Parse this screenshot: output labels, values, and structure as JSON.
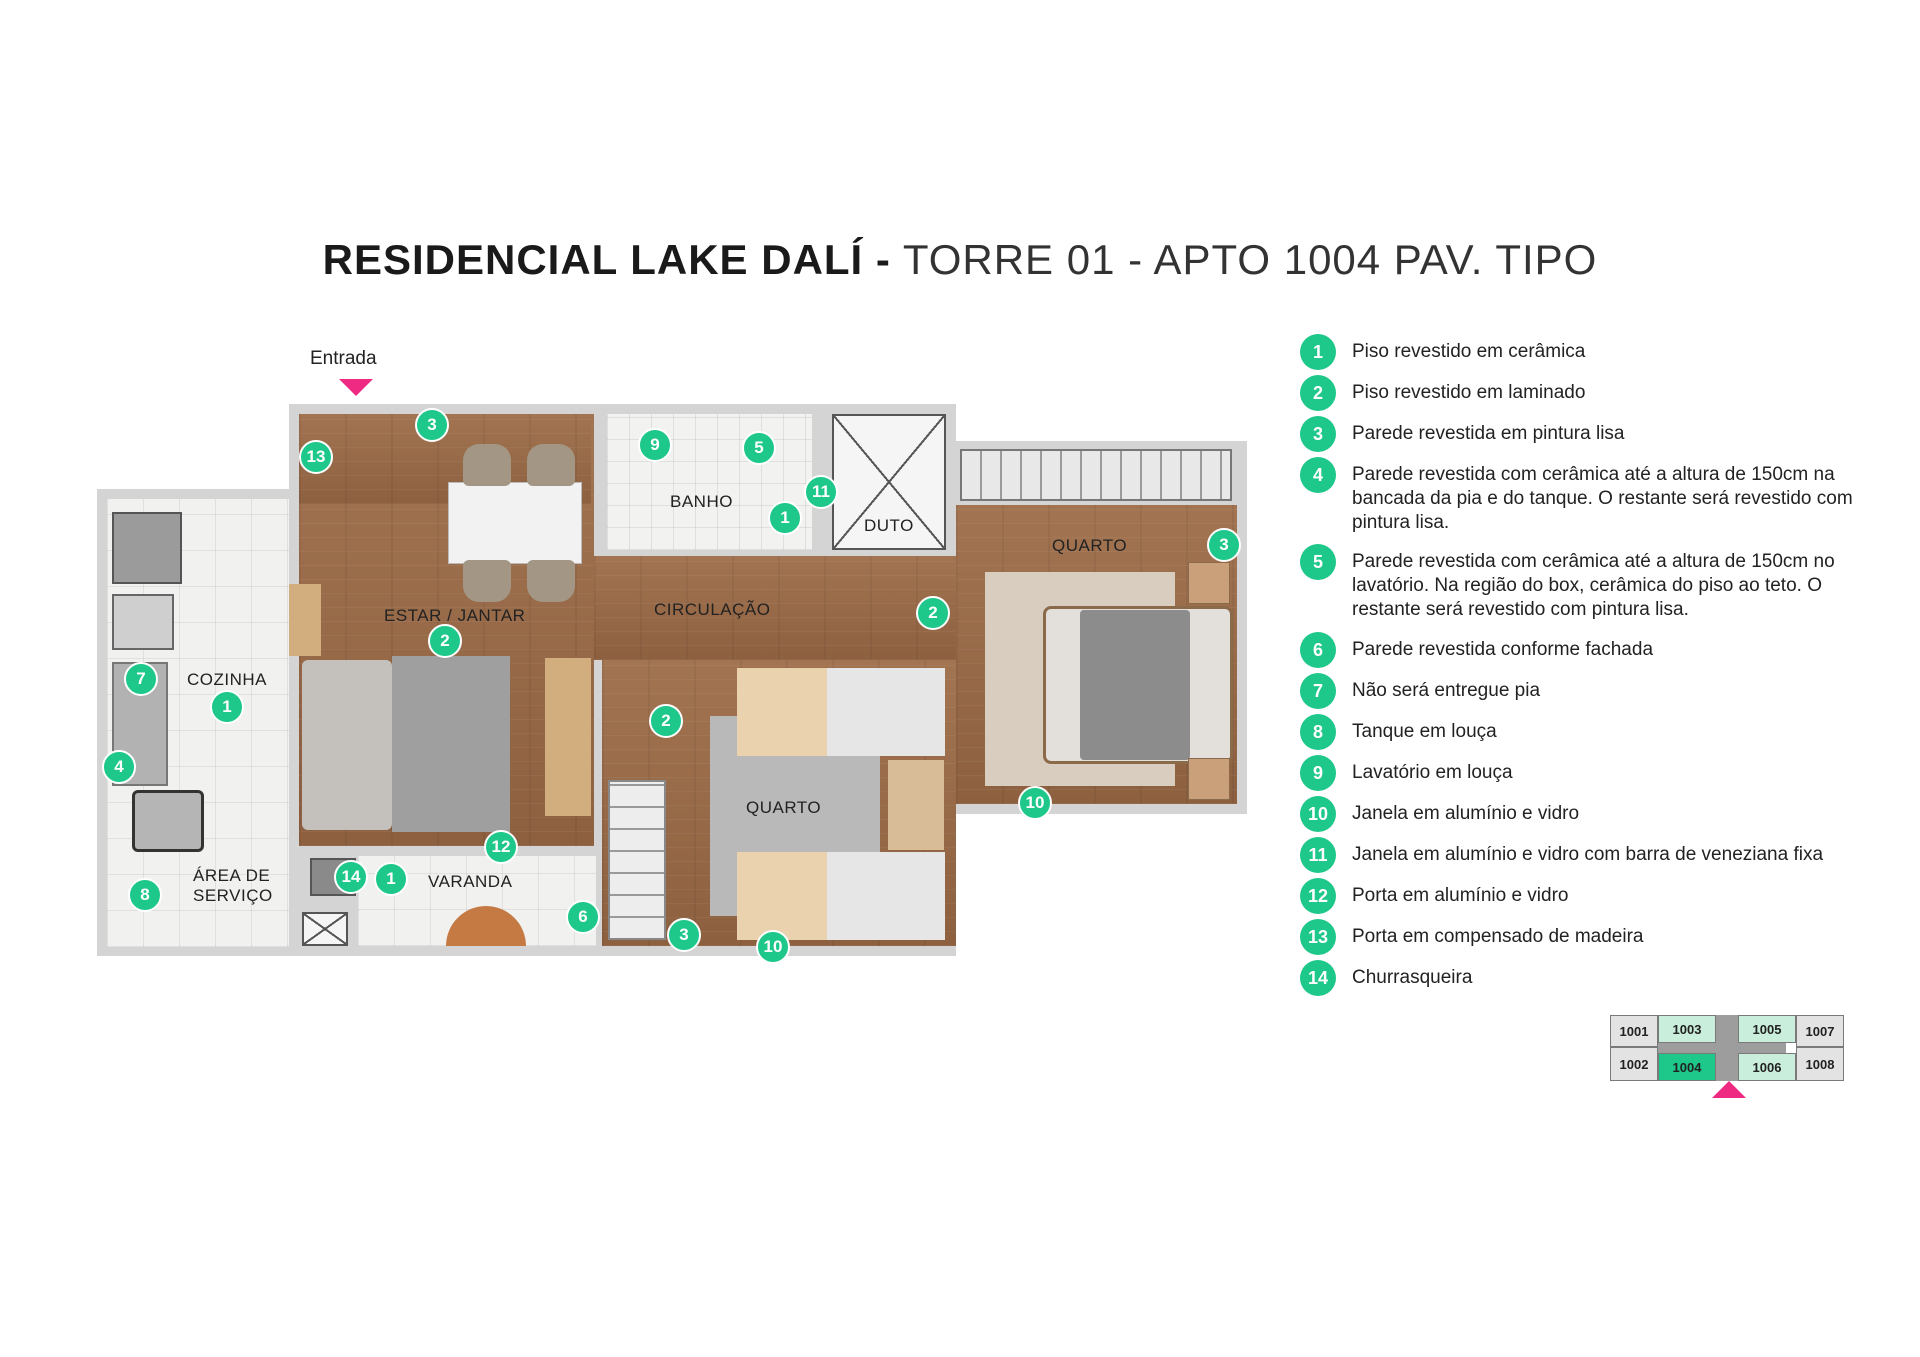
{
  "title": {
    "bold": "RESIDENCIAL LAKE DALÍ -",
    "light": "TORRE 01 - APTO 1004 PAV. TIPO"
  },
  "entrance": {
    "label": "Entrada"
  },
  "rooms": {
    "banho": "BANHO",
    "duto": "DUTO",
    "quarto_main": "QUARTO",
    "estar_jantar": "ESTAR / JANTAR",
    "circulacao": "CIRCULAÇÃO",
    "cozinha": "COZINHA",
    "quarto_second": "QUARTO",
    "area_servico_1": "ÁREA DE",
    "area_servico_2": "SERVIÇO",
    "varanda": "VARANDA"
  },
  "plan_badges": {
    "b13": "13",
    "b3a": "3",
    "b9": "9",
    "b5": "5",
    "b11": "11",
    "b1a": "1",
    "b3b": "3",
    "b2a": "2",
    "b2b": "2",
    "b7": "7",
    "b1b": "1",
    "b2c": "2",
    "b4": "4",
    "b10a": "10",
    "b12": "12",
    "b14": "14",
    "b1c": "1",
    "b8": "8",
    "b6": "6",
    "b3c": "3",
    "b10b": "10"
  },
  "legend": [
    {
      "num": "1",
      "text": "Piso revestido em cerâmica"
    },
    {
      "num": "2",
      "text": "Piso revestido em laminado"
    },
    {
      "num": "3",
      "text": "Parede revestida em pintura lisa"
    },
    {
      "num": "4",
      "text": "Parede revestida com cerâmica até a altura de 150cm na bancada da pia e do tanque. O restante será revestido com pintura lisa."
    },
    {
      "num": "5",
      "text": "Parede revestida com cerâmica até a altura de 150cm no lavatório. Na região do box, cerâmica do piso ao teto. O restante será revestido com pintura lisa."
    },
    {
      "num": "6",
      "text": "Parede revestida conforme fachada"
    },
    {
      "num": "7",
      "text": "Não será entregue pia"
    },
    {
      "num": "8",
      "text": "Tanque em louça"
    },
    {
      "num": "9",
      "text": "Lavatório em louça"
    },
    {
      "num": "10",
      "text": "Janela em alumínio e vidro"
    },
    {
      "num": "11",
      "text": "Janela em alumínio e vidro com barra de veneziana fixa"
    },
    {
      "num": "12",
      "text": "Porta em alumínio e vidro"
    },
    {
      "num": "13",
      "text": "Porta em compensado de madeira"
    },
    {
      "num": "14",
      "text": "Churrasqueira"
    }
  ],
  "keyplan": {
    "u1001": "1001",
    "u1003": "1003",
    "u1005": "1005",
    "u1007": "1007",
    "u1002": "1002",
    "u1004": "1004",
    "u1006": "1006",
    "u1008": "1008"
  },
  "colors": {
    "accent_green": "#1ec78a",
    "highlight_pink": "#ee2a83",
    "light_green": "#c9efdc"
  }
}
